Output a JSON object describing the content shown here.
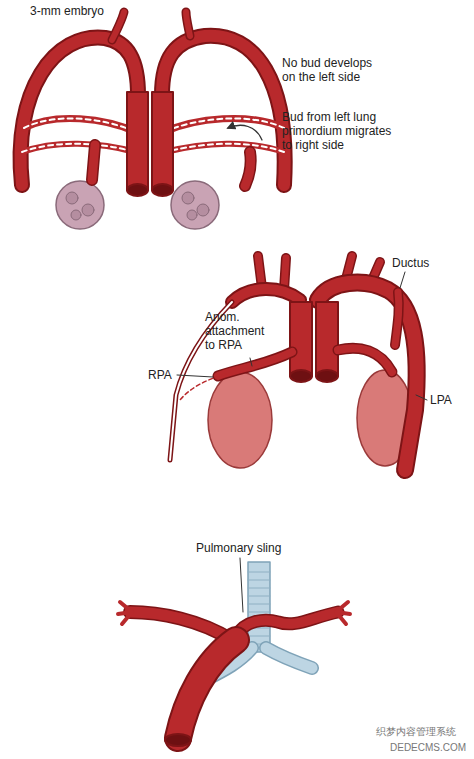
{
  "diagram": {
    "labels": [
      "3-mm embryo",
      "No bud develops on the left side",
      "Bud from left lung primordium migrates to right side",
      "Ductus",
      "Anom. attachment to RPA",
      "RPA",
      "LPA",
      "Pulmonary sling",
      "织梦内容管理系统",
      "DEDECMS.COM"
    ]
  }
}
